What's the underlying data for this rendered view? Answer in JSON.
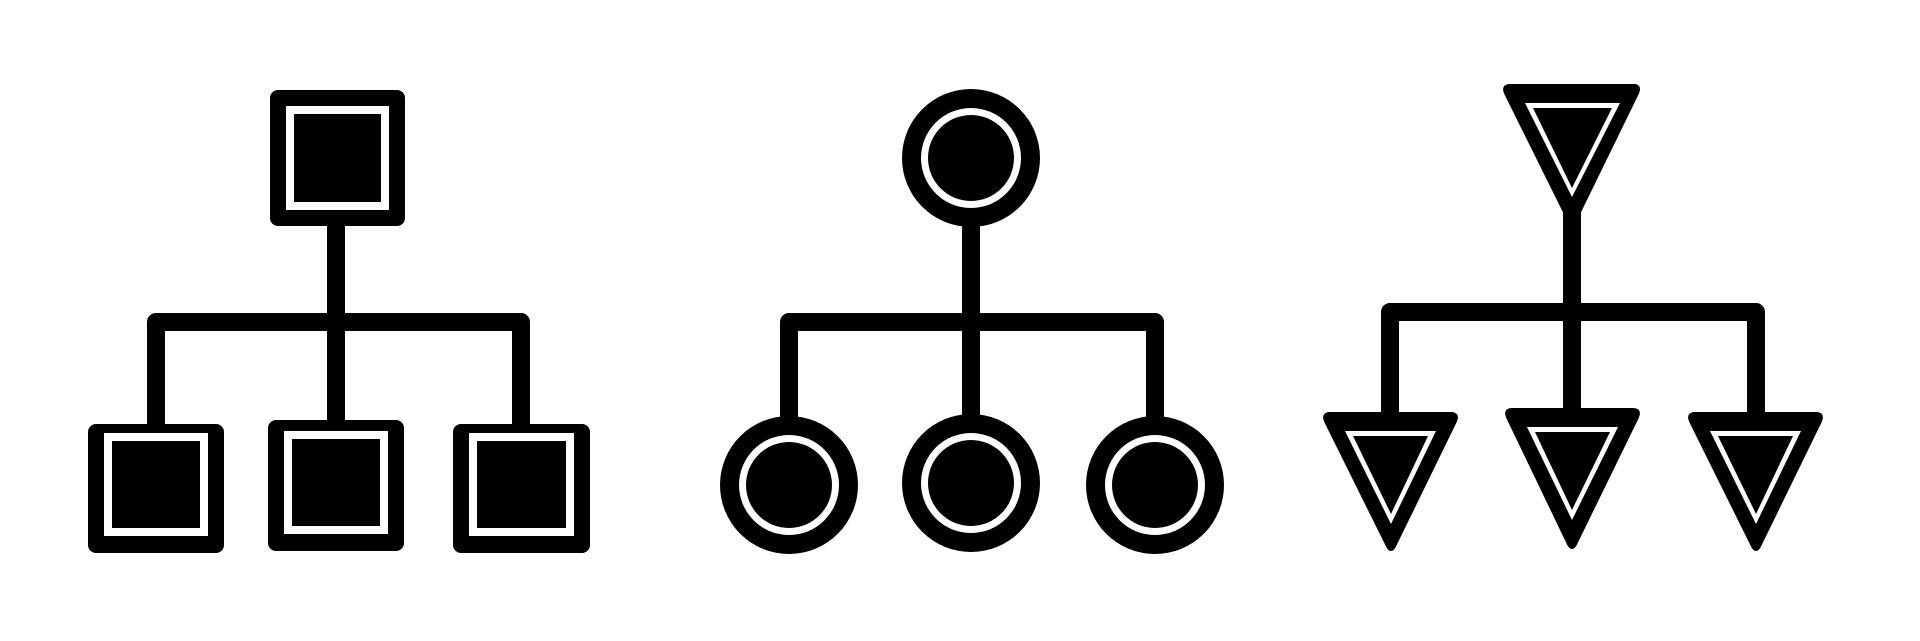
{
  "background_color": "#ffffff",
  "stroke_color": "#000000",
  "icons": [
    {
      "name": "square-hierarchy-icon",
      "shape": "square",
      "children": 3
    },
    {
      "name": "circle-hierarchy-icon",
      "shape": "circle",
      "children": 3
    },
    {
      "name": "triangle-hierarchy-icon",
      "shape": "inverted-triangle",
      "children": 3
    }
  ]
}
